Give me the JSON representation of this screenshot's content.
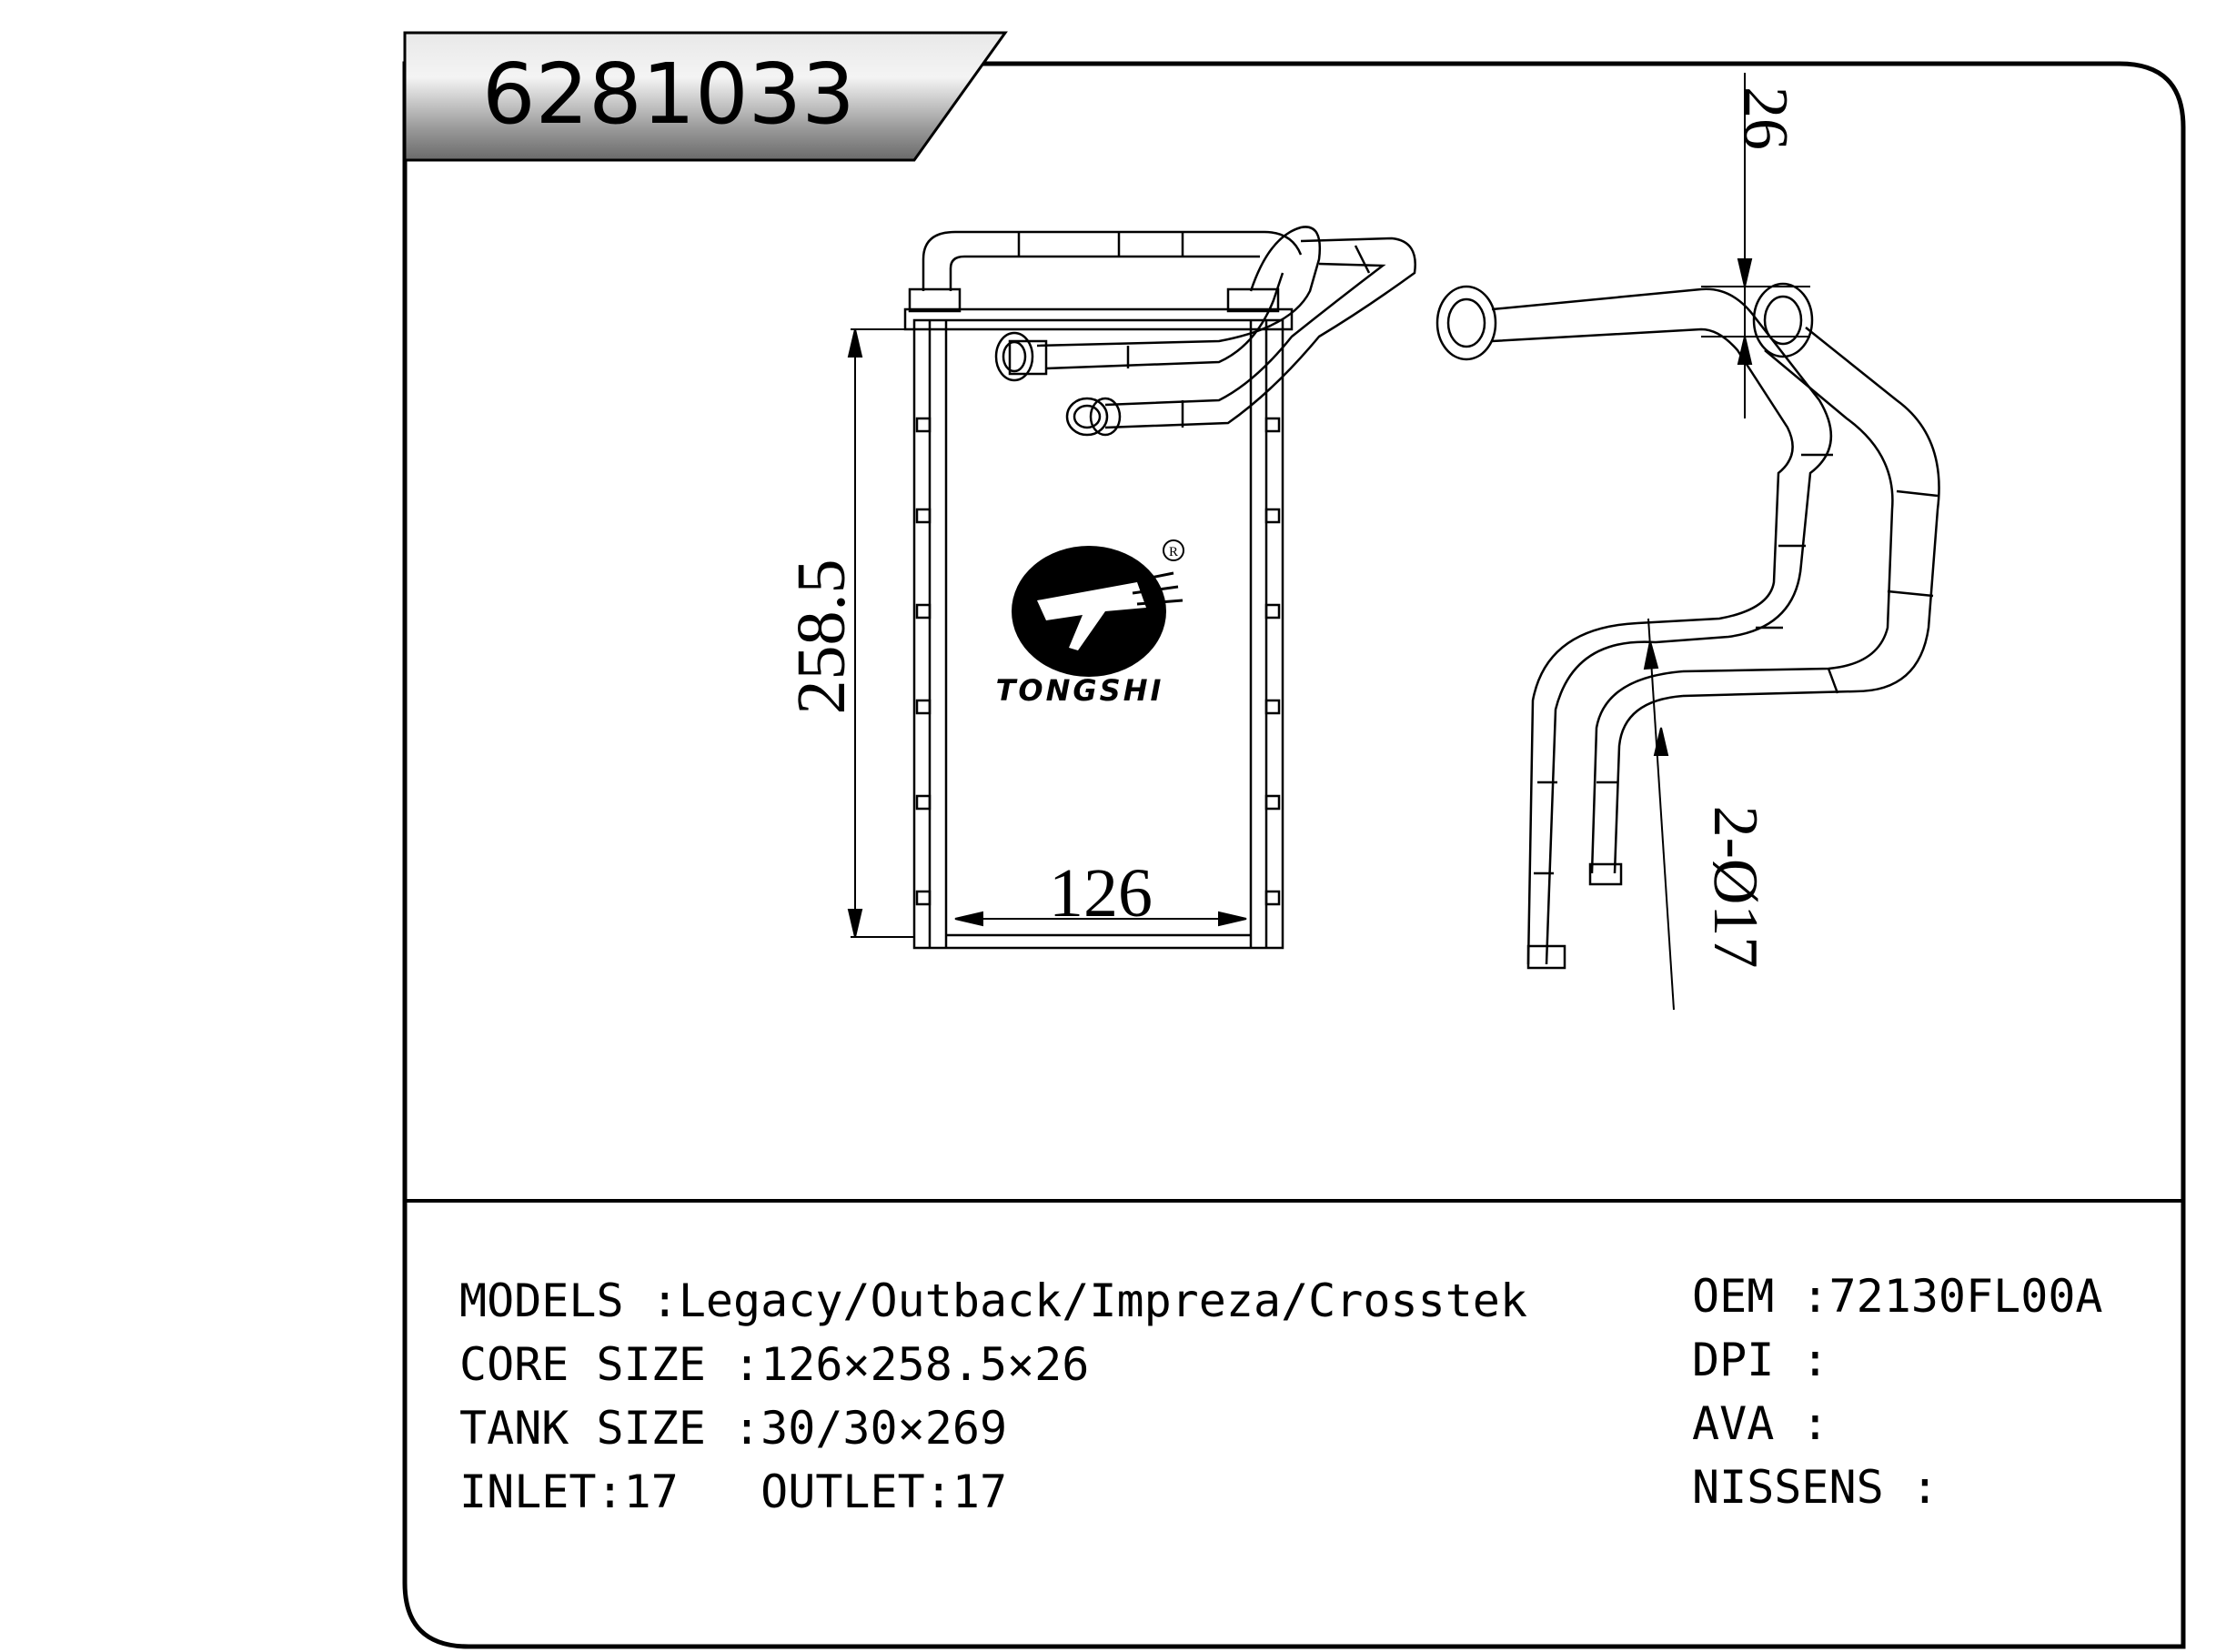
{
  "part_number": "6281033",
  "brand": {
    "name": "TONGSHI",
    "registered_mark": "R"
  },
  "dimensions": {
    "width": "126",
    "height": "258.5",
    "depth": "26",
    "pipe": "2-Ø17"
  },
  "specs": {
    "left": [
      "MODELS :Legacy/Outback/Impreza/Crosstek",
      "CORE SIZE :126×258.5×26",
      "TANK SIZE :30/30×269",
      "INLET:17   OUTLET:17"
    ],
    "right": [
      "OEM :72130FL00A",
      "DPI :",
      "AVA :",
      "NISSENS :"
    ]
  }
}
